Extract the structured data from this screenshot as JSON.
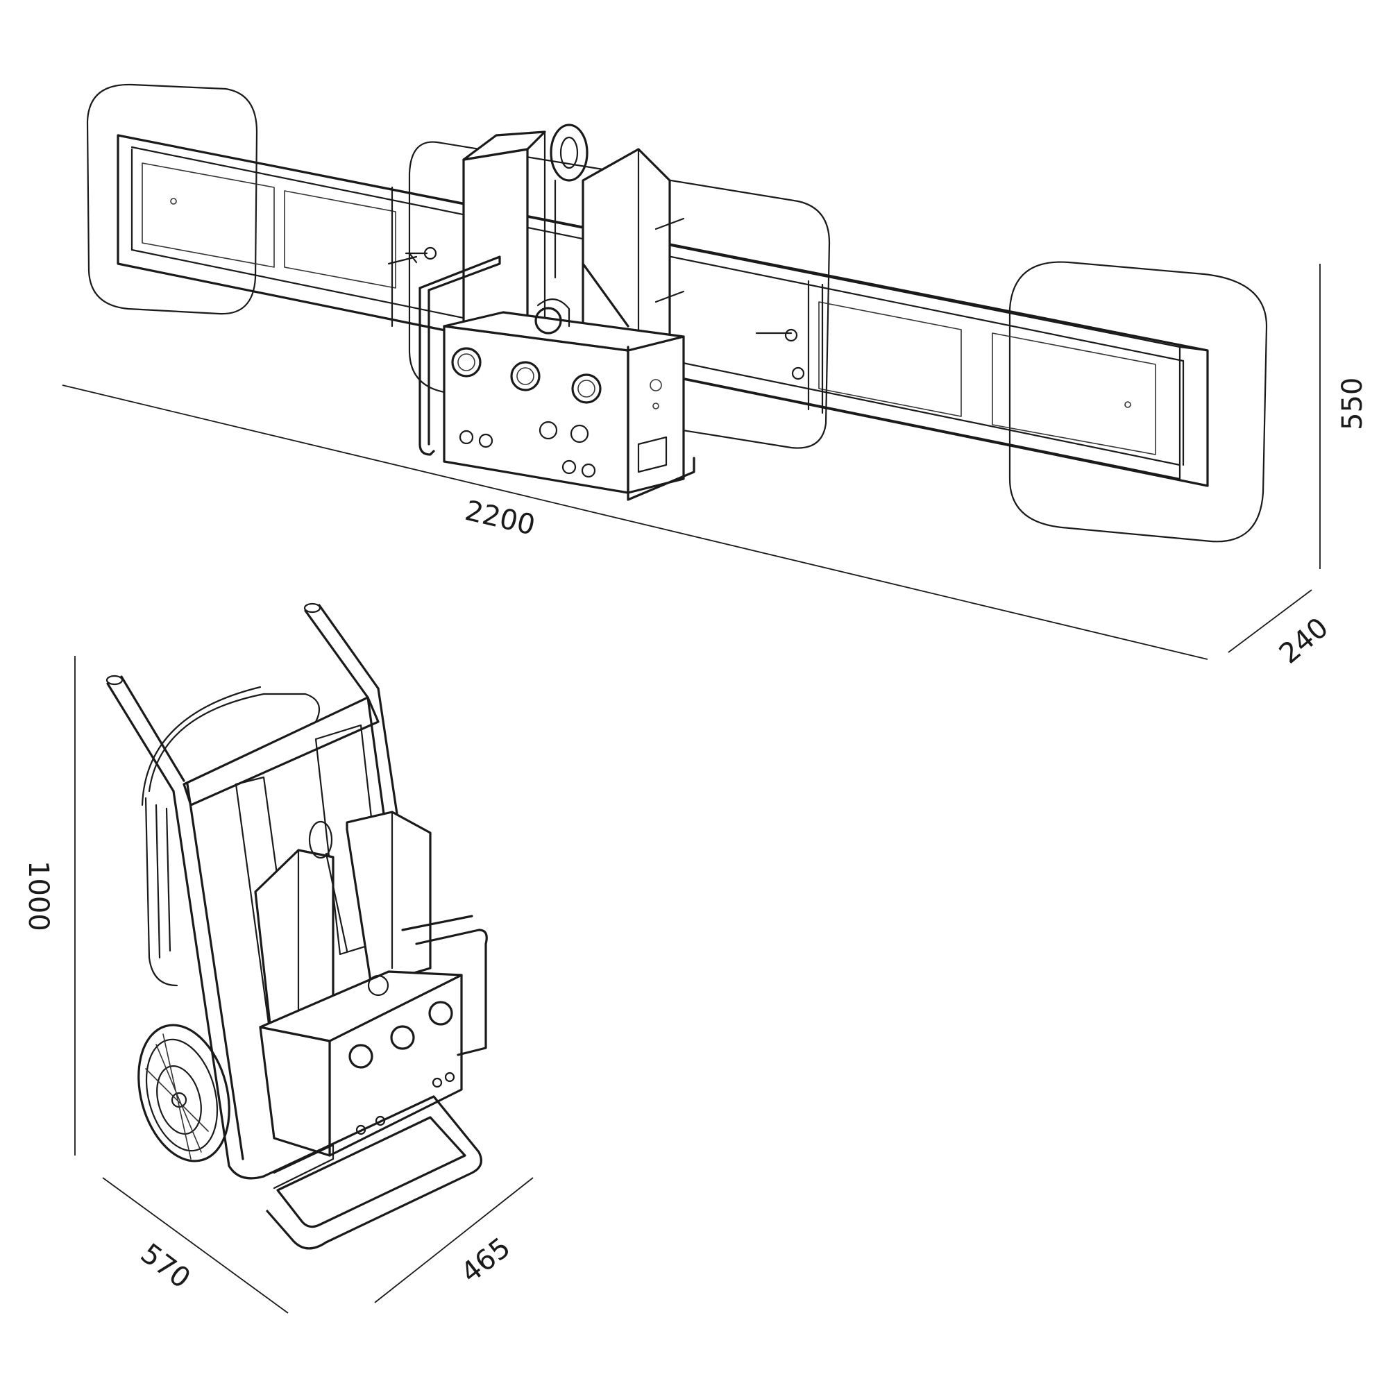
{
  "dimensions": {
    "beam_length": "2200",
    "beam_height": "550",
    "beam_depth": "240",
    "trolley_height": "1000",
    "trolley_width": "570",
    "trolley_depth": "465"
  },
  "colors": {
    "line": "#1a1a1a",
    "background": "#ffffff"
  }
}
